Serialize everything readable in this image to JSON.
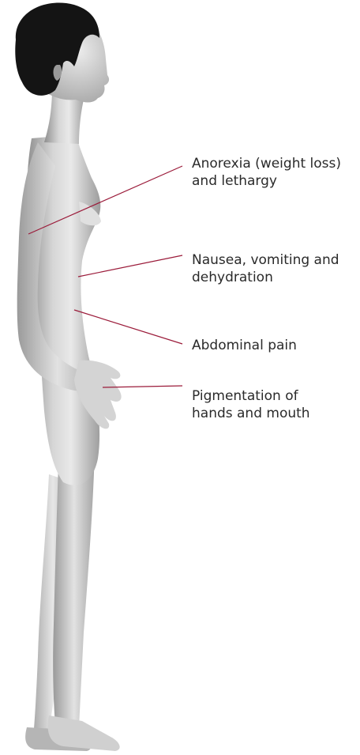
{
  "annotations": [
    {
      "line1": "Anorexia (weight loss)",
      "line2": "and lethargy"
    },
    {
      "line1": "Nausea, vomiting and",
      "line2": "dehydration"
    },
    {
      "line1": "Abdominal pain",
      "line2": ""
    },
    {
      "line1": "Pigmentation of",
      "line2": "hands and mouth"
    }
  ],
  "colors": {
    "leader_line": "#9b1b3a",
    "text": "#2a2a2a",
    "skin": "#c9c9c9",
    "hair": "#151515"
  }
}
